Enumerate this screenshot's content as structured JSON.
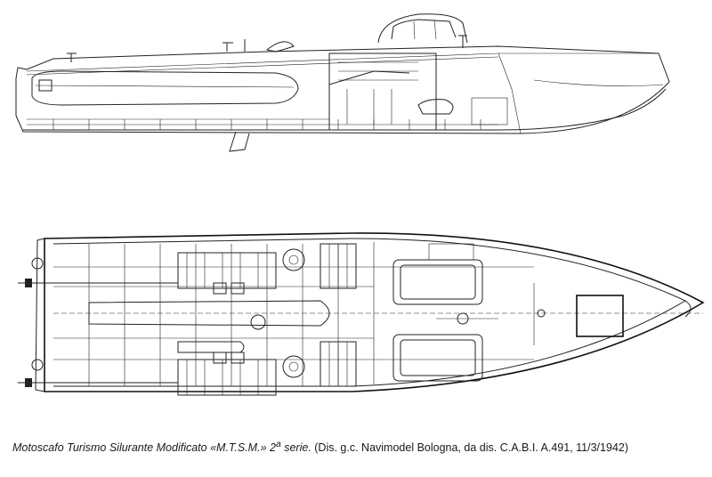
{
  "caption": {
    "title_italic": "Motoscafo Turismo Silurante Modificato «M.T.S.M.» 2",
    "title_sup": "a",
    "title_suffix": " serie.",
    "credit": " (Dis. g.c. Navimodel Bologna, da dis. C.A.B.I. A.491, 11/3/1942)"
  }
}
